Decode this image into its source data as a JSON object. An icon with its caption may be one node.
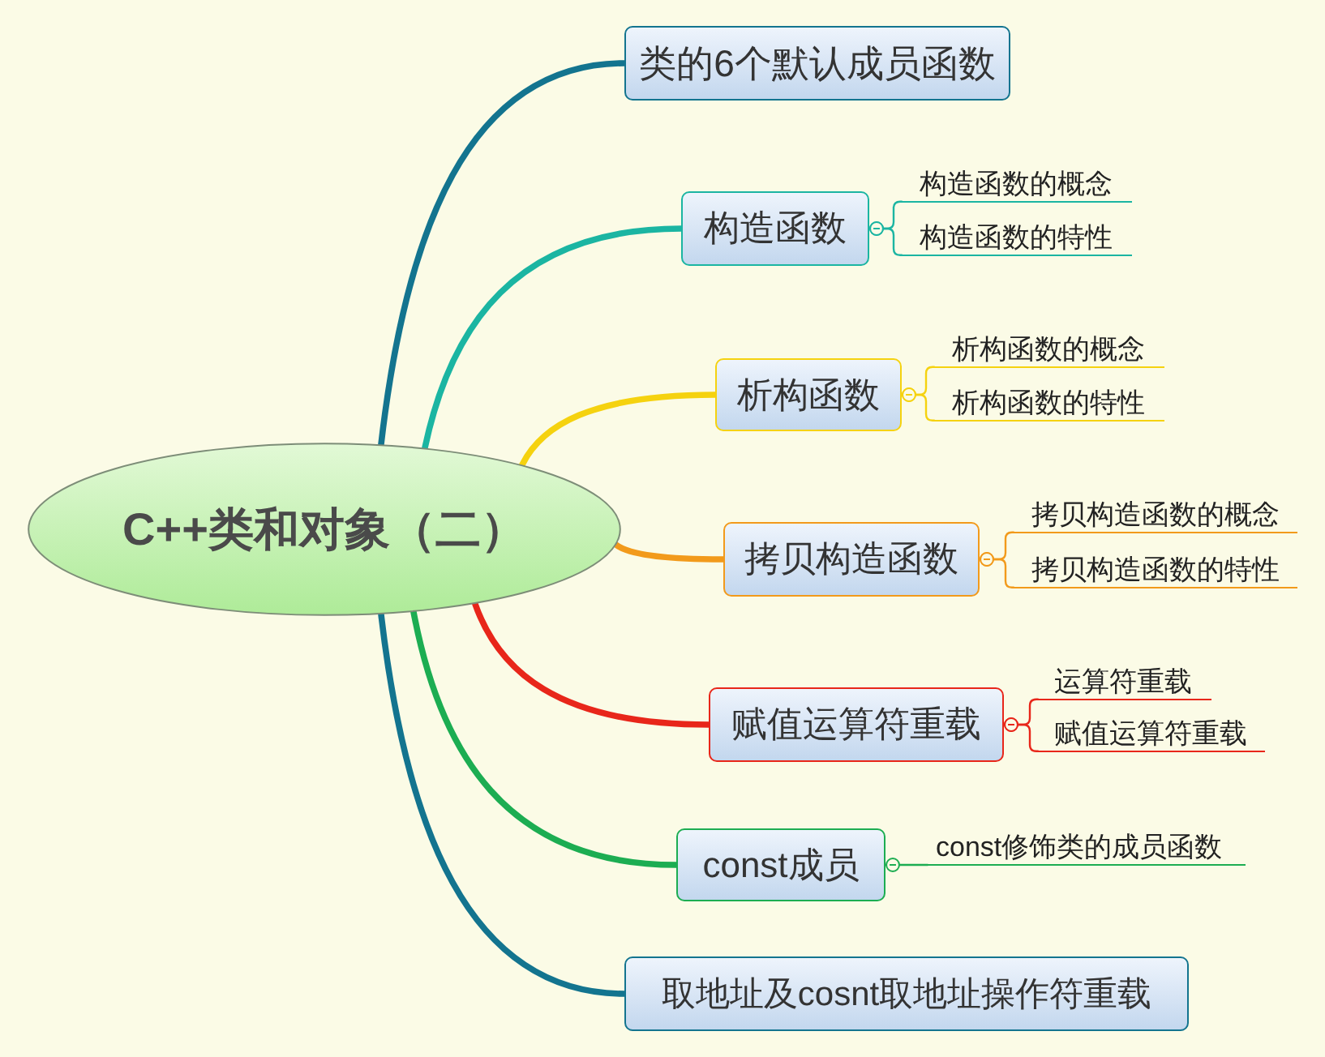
{
  "diagram": {
    "nodes": [
      {
        "text": [
          "C++类和对象（二）"
        ]
      },
      {
        "text": [
          "类的6个默认成员函数"
        ]
      },
      {
        "text": [
          "构造函数"
        ]
      },
      {
        "text": [
          "构造函数的概念"
        ]
      },
      {
        "text": [
          "构造函数的特性"
        ]
      },
      {
        "text": [
          "析构函数"
        ]
      },
      {
        "text": [
          "析构函数的概念"
        ]
      },
      {
        "text": [
          "析构函数的特性"
        ]
      },
      {
        "text": [
          "拷贝构造函数"
        ]
      },
      {
        "text": [
          "拷贝构造函数的概念"
        ]
      },
      {
        "text": [
          "拷贝构造函数的特性"
        ]
      },
      {
        "text": [
          "赋值运算符重载"
        ]
      },
      {
        "text": [
          "运算符重载"
        ]
      },
      {
        "text": [
          "赋值运算符重载"
        ]
      },
      {
        "text": [
          "const成员"
        ]
      },
      {
        "text": [
          "const修饰类的成员函数"
        ]
      },
      {
        "text": [
          "取地址及cosnt取地址操作符重载"
        ]
      }
    ],
    "edges": [
      {
        "from": 0,
        "to": 1,
        "arrow": "none",
        "style": "thick",
        "color": "#13748f"
      },
      {
        "from": 0,
        "to": 2,
        "arrow": "none",
        "style": "thick",
        "color": "#1bb5a2"
      },
      {
        "from": 2,
        "to": 3,
        "arrow": "other",
        "color": "#1bb5a2"
      },
      {
        "from": 2,
        "to": 4,
        "arrow": "other",
        "color": "#1bb5a2"
      },
      {
        "from": 0,
        "to": 5,
        "arrow": "none",
        "style": "thick",
        "color": "#f5d20f"
      },
      {
        "from": 5,
        "to": 6,
        "arrow": "other",
        "color": "#f5d20f"
      },
      {
        "from": 5,
        "to": 7,
        "arrow": "other",
        "color": "#f5d20f"
      },
      {
        "from": 0,
        "to": 8,
        "arrow": "none",
        "style": "thick",
        "color": "#f29a1b"
      },
      {
        "from": 8,
        "to": 9,
        "arrow": "other",
        "color": "#f29a1b"
      },
      {
        "from": 8,
        "to": 10,
        "arrow": "other",
        "color": "#f29a1b"
      },
      {
        "from": 0,
        "to": 11,
        "arrow": "none",
        "style": "thick",
        "color": "#e8261a"
      },
      {
        "from": 11,
        "to": 12,
        "arrow": "other",
        "color": "#e8261a"
      },
      {
        "from": 11,
        "to": 13,
        "arrow": "other",
        "color": "#e8261a"
      },
      {
        "from": 0,
        "to": 14,
        "arrow": "none",
        "style": "thick",
        "color": "#1cad52"
      },
      {
        "from": 14,
        "to": 15,
        "arrow": "other",
        "color": "#1cad52"
      },
      {
        "from": 0,
        "to": 16,
        "arrow": "none",
        "style": "thick",
        "color": "#13748f"
      }
    ]
  }
}
